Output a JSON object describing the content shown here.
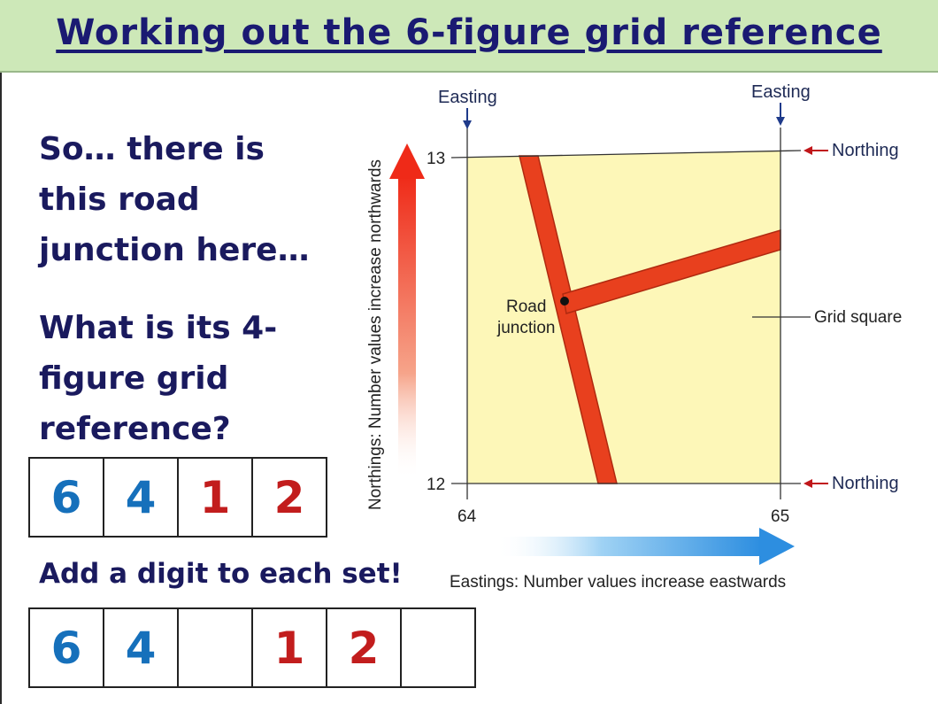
{
  "title": "Working out the 6-figure grid reference",
  "question": {
    "line1": [
      "So… there is",
      "this road",
      "junction here…"
    ],
    "line2": [
      "What is its 4-",
      "figure grid",
      "reference?"
    ]
  },
  "four_figure": [
    {
      "digit": "6",
      "color": "blue"
    },
    {
      "digit": "4",
      "color": "blue"
    },
    {
      "digit": "1",
      "color": "red"
    },
    {
      "digit": "2",
      "color": "red"
    }
  ],
  "instruction": "Add a digit to each set!",
  "six_figure": [
    {
      "digit": "6",
      "color": "blue"
    },
    {
      "digit": "4",
      "color": "blue"
    },
    {
      "digit": "",
      "color": "blue"
    },
    {
      "digit": "1",
      "color": "red"
    },
    {
      "digit": "2",
      "color": "red"
    },
    {
      "digit": "",
      "color": "red"
    }
  ],
  "diagram": {
    "easting_label_left": "Easting",
    "easting_label_right": "Easting",
    "northing_label_top": "Northing",
    "northing_label_bottom": "Northing",
    "north_13": "13",
    "north_12": "12",
    "east_64": "64",
    "east_65": "65",
    "road_junction_line1": "Road",
    "road_junction_line2": "junction",
    "grid_square": "Grid square",
    "northings_axis": "Northings: Number values increase northwards",
    "eastings_axis": "Eastings: Number values increase eastwards"
  },
  "colors": {
    "blue_digit": "#1670bb",
    "red_digit": "#c21d1d",
    "road": "#e8401e",
    "grid_fill": "#fdf7b8"
  }
}
